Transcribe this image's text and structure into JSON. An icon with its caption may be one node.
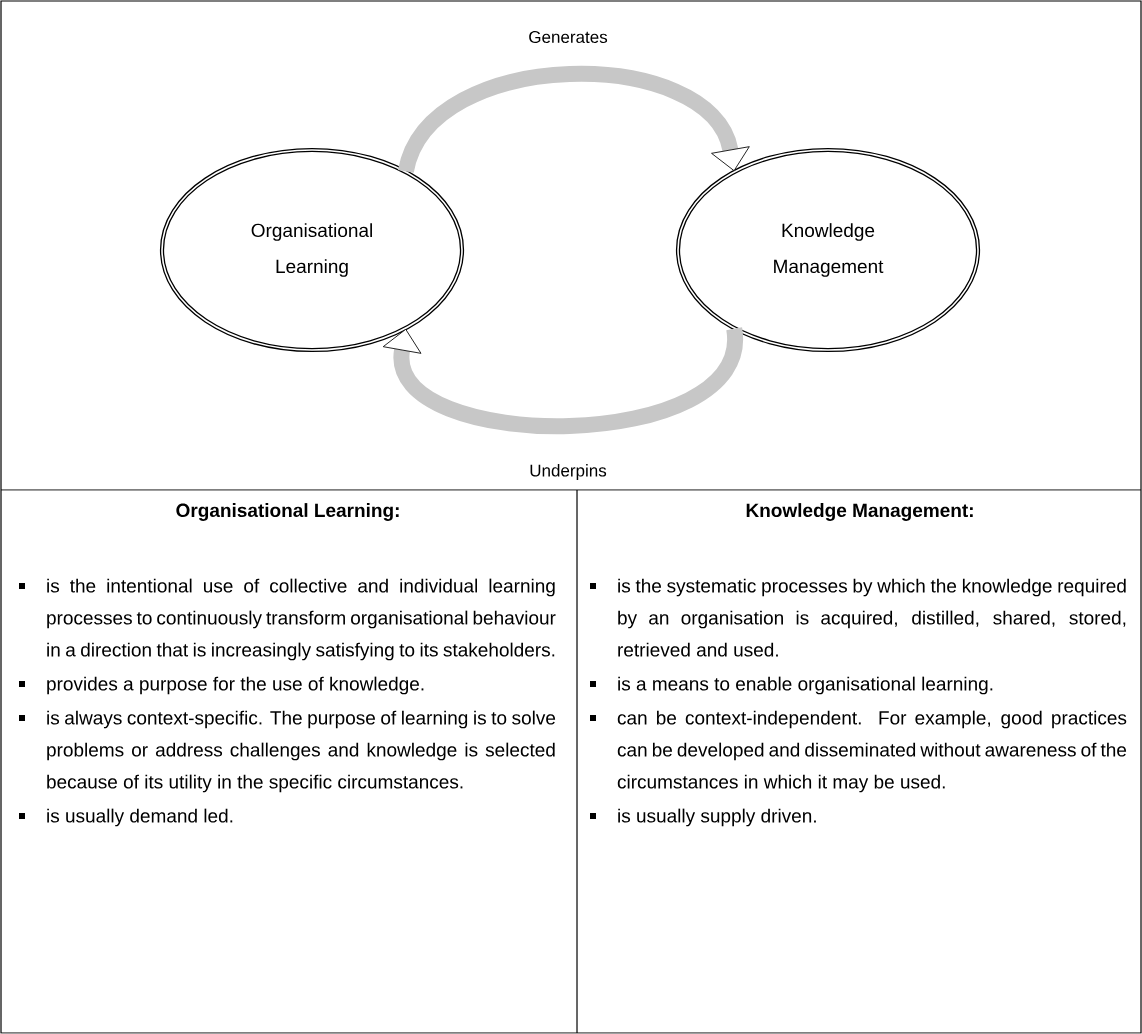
{
  "diagram": {
    "nodes": [
      {
        "text": [
          "Organisational Learning"
        ]
      },
      {
        "text": [
          "Knowledge Management"
        ]
      }
    ],
    "edges": [
      {
        "from": 0,
        "to": 1,
        "arrow": "to",
        "label": "Generates"
      },
      {
        "from": 1,
        "to": 0,
        "arrow": "to",
        "label": "Underpins"
      }
    ],
    "labels": [
      "Organisational Learning:",
      "Knowledge Management:",
      "is the intentional use of collective and individual learning processes to continuously transform organisational behaviour in a direction that is increasingly satisfying to its stakeholders.",
      "provides a purpose for the use of knowledge.",
      "is always context-specific. The purpose of learning is to solve problems or address challenges and knowledge is selected because of its utility in the specific circumstances.",
      "is usually demand led.",
      "is the systematic processes by which the knowledge required by an organisation is acquired, distilled, shared, stored, retrieved and used.",
      "is a means to enable organisational learning.",
      "can be context-independent. For example, good practices can be developed and disseminated without awareness of the circumstances in which it may be used.",
      "is usually supply driven."
    ]
  }
}
